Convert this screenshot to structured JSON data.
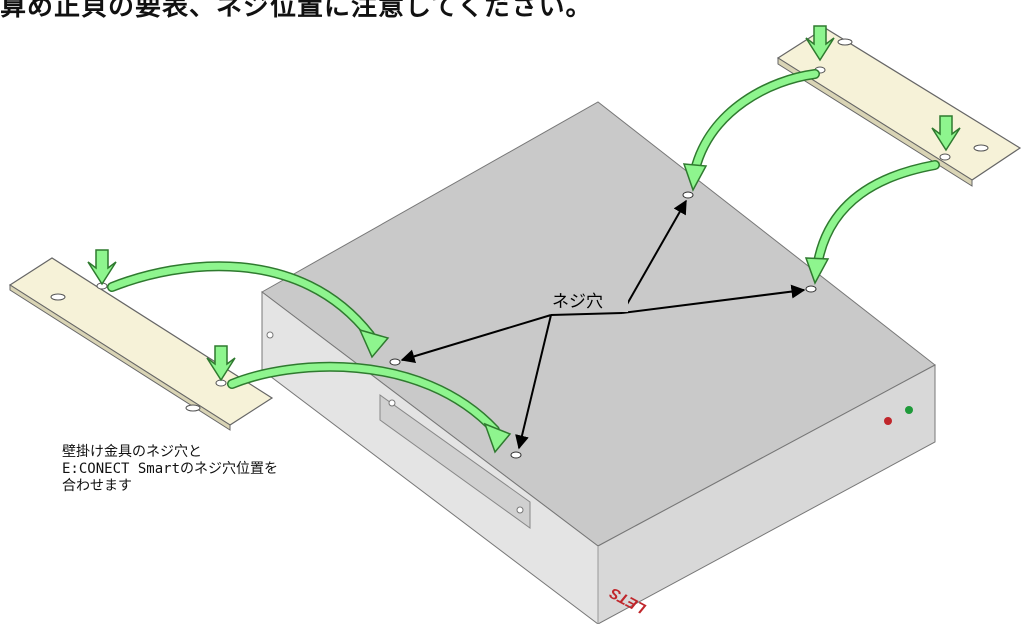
{
  "header": {
    "text": "算め正貝の要表、ネジ位置に注意してください。"
  },
  "labels": {
    "screw_hole": "ネジ穴",
    "instruction": [
      "壁掛け金具のネジ穴と",
      "E:CONECT Smartのネジ穴位置を",
      "合わせます"
    ],
    "brand_logo": "LETS"
  },
  "colors": {
    "arrow_green": "#8ef58e",
    "arrow_green_stroke": "#2f7a2f",
    "bracket_fill": "#f6f2d8",
    "device_top": "#c9c9c9",
    "device_front": "#e3e3e3",
    "device_side": "#d6d6d6",
    "led_red": "#c0262b",
    "led_green": "#1f9a3a",
    "logo_red": "#c0262b"
  }
}
